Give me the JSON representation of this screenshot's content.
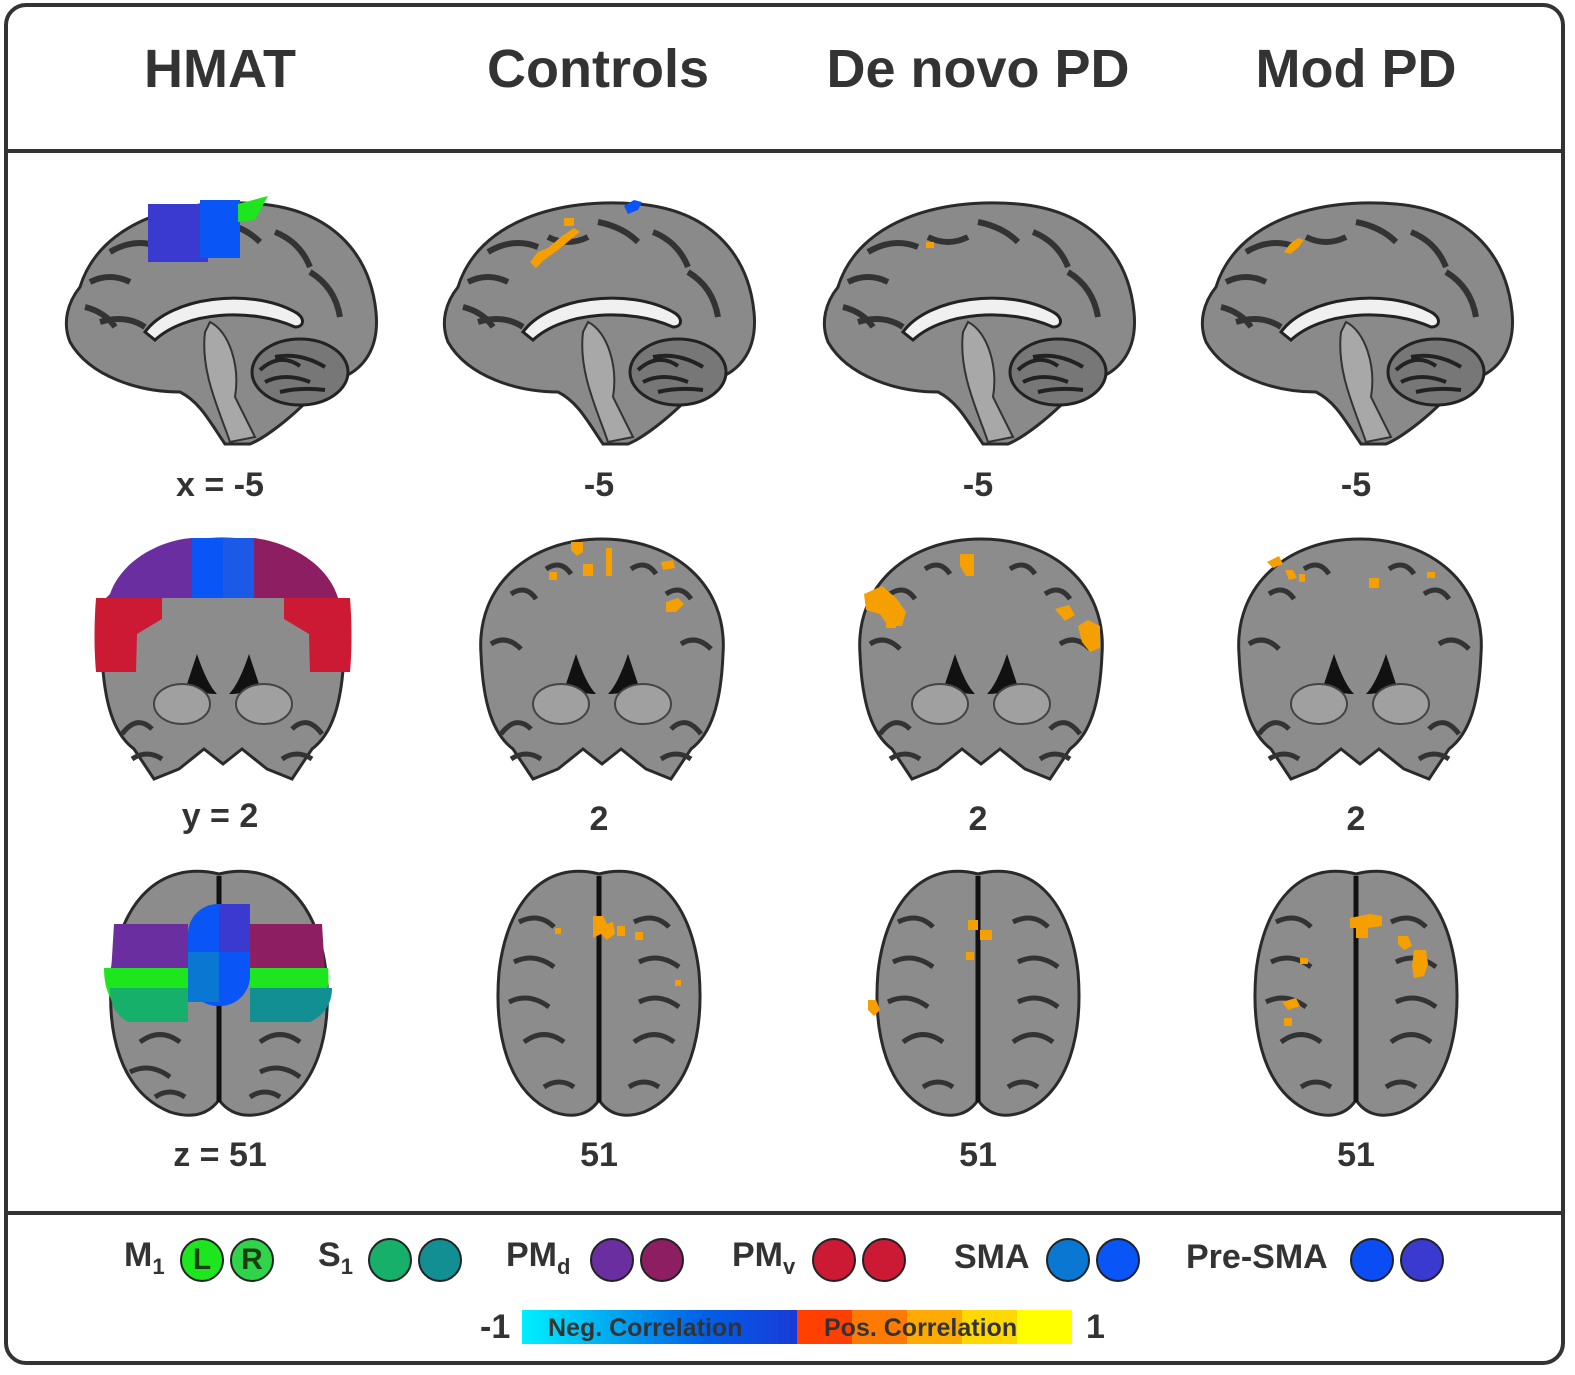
{
  "columns": [
    {
      "id": "hmat",
      "header": "HMAT"
    },
    {
      "id": "controls",
      "header": "Controls"
    },
    {
      "id": "denovo",
      "header": "De novo PD"
    },
    {
      "id": "mod",
      "header": "Mod PD"
    }
  ],
  "coords": {
    "sagittal": [
      "x = -5",
      "-5",
      "-5",
      "-5"
    ],
    "coronal": [
      "y = 2",
      "2",
      "2",
      "2"
    ],
    "axial": [
      "z = 51",
      "51",
      "51",
      "51"
    ]
  },
  "legend": {
    "m1": {
      "label": "M",
      "sub": "1",
      "left_letter": "L",
      "right_letter": "R",
      "colors": [
        "#1ee61e",
        "#2fd44a"
      ]
    },
    "s1": {
      "label": "S",
      "sub": "1",
      "colors": [
        "#16b06a",
        "#128f92"
      ]
    },
    "pmd": {
      "label": "PM",
      "sub": "d",
      "colors": [
        "#6a2ea0",
        "#8e1e62"
      ]
    },
    "pmv": {
      "label": "PM",
      "sub": "v",
      "colors": [
        "#cc1a35",
        "#cc1a35"
      ]
    },
    "sma": {
      "label": "SMA",
      "colors": [
        "#0a78d2",
        "#0a55f5"
      ]
    },
    "presma": {
      "label": "Pre-SMA",
      "colors": [
        "#0a4df5",
        "#3a3ad0"
      ]
    }
  },
  "colorbar": {
    "min": "-1",
    "max": "1",
    "neg_label": "Neg. Correlation",
    "pos_label": "Pos. Correlation",
    "neg_colors": [
      "#00f0ff",
      "#00a8f0",
      "#0060e8",
      "#1a3ad8"
    ],
    "pos_colors": [
      "#ff4000",
      "#ff7a00",
      "#ffaa00",
      "#ffd800",
      "#ffff00"
    ]
  },
  "colors": {
    "frame": "#333333",
    "activation": "#f5a000",
    "activation_light": "#ffd000",
    "sma": "#0a55f5",
    "presma": "#3a3ad0",
    "pmd_l": "#6a2ea0",
    "pmd_r": "#8e1e62",
    "pmv": "#cc1a35",
    "m1": "#1ee61e",
    "s1_l": "#16b06a",
    "s1_r": "#128f92"
  }
}
